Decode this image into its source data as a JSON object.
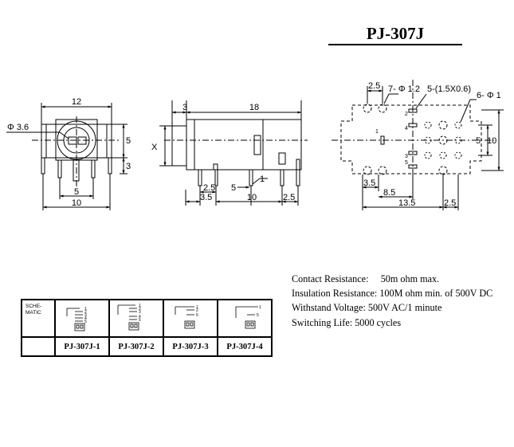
{
  "title": "PJ-307J",
  "dimensions": {
    "front_width": "12",
    "front_hole": "Φ 3.6",
    "front_height": "5",
    "front_pin_height": "3",
    "front_pin_inner": "5",
    "front_pin_outer": "10",
    "side_lead": "3",
    "side_length": "18",
    "side_x": "X",
    "side_25a": "2.5",
    "side_5": "5",
    "side_1": "1",
    "side_35": "3.5",
    "side_10": "10",
    "side_25b": "2.5",
    "pcb_25": "2.5",
    "pcb_phi12": "7- Φ 1.2",
    "pcb_slots": "5-(1.5X0.6)",
    "pcb_phi1": "6- Φ 1",
    "pcb_35": "3.5",
    "pcb_85": "8.5",
    "pcb_135": "13.5",
    "pcb_25b": "2.5",
    "pcb_5": "5",
    "pcb_10": "10",
    "pin_labels": [
      "2",
      "1",
      "4",
      "3",
      "5"
    ]
  },
  "specs": [
    "Contact Resistance:     50m ohm max.",
    "Insulation Resistance: 100M ohm min. of 500V DC",
    "Withstand Voltage: 500V AC/1 minute",
    "Switching Life: 5000 cycles"
  ],
  "schematic": {
    "header": [
      "SCHE-",
      "MATIC"
    ],
    "models": [
      "PJ-307J-1",
      "PJ-307J-2",
      "PJ-307J-3",
      "PJ-307J-4"
    ],
    "pins": [
      [
        "1",
        "2",
        "3",
        "4",
        "5"
      ],
      [
        "1",
        "2",
        "3",
        "4",
        "5"
      ],
      [
        "1",
        "2",
        "5"
      ],
      [
        "1",
        "5"
      ]
    ]
  }
}
